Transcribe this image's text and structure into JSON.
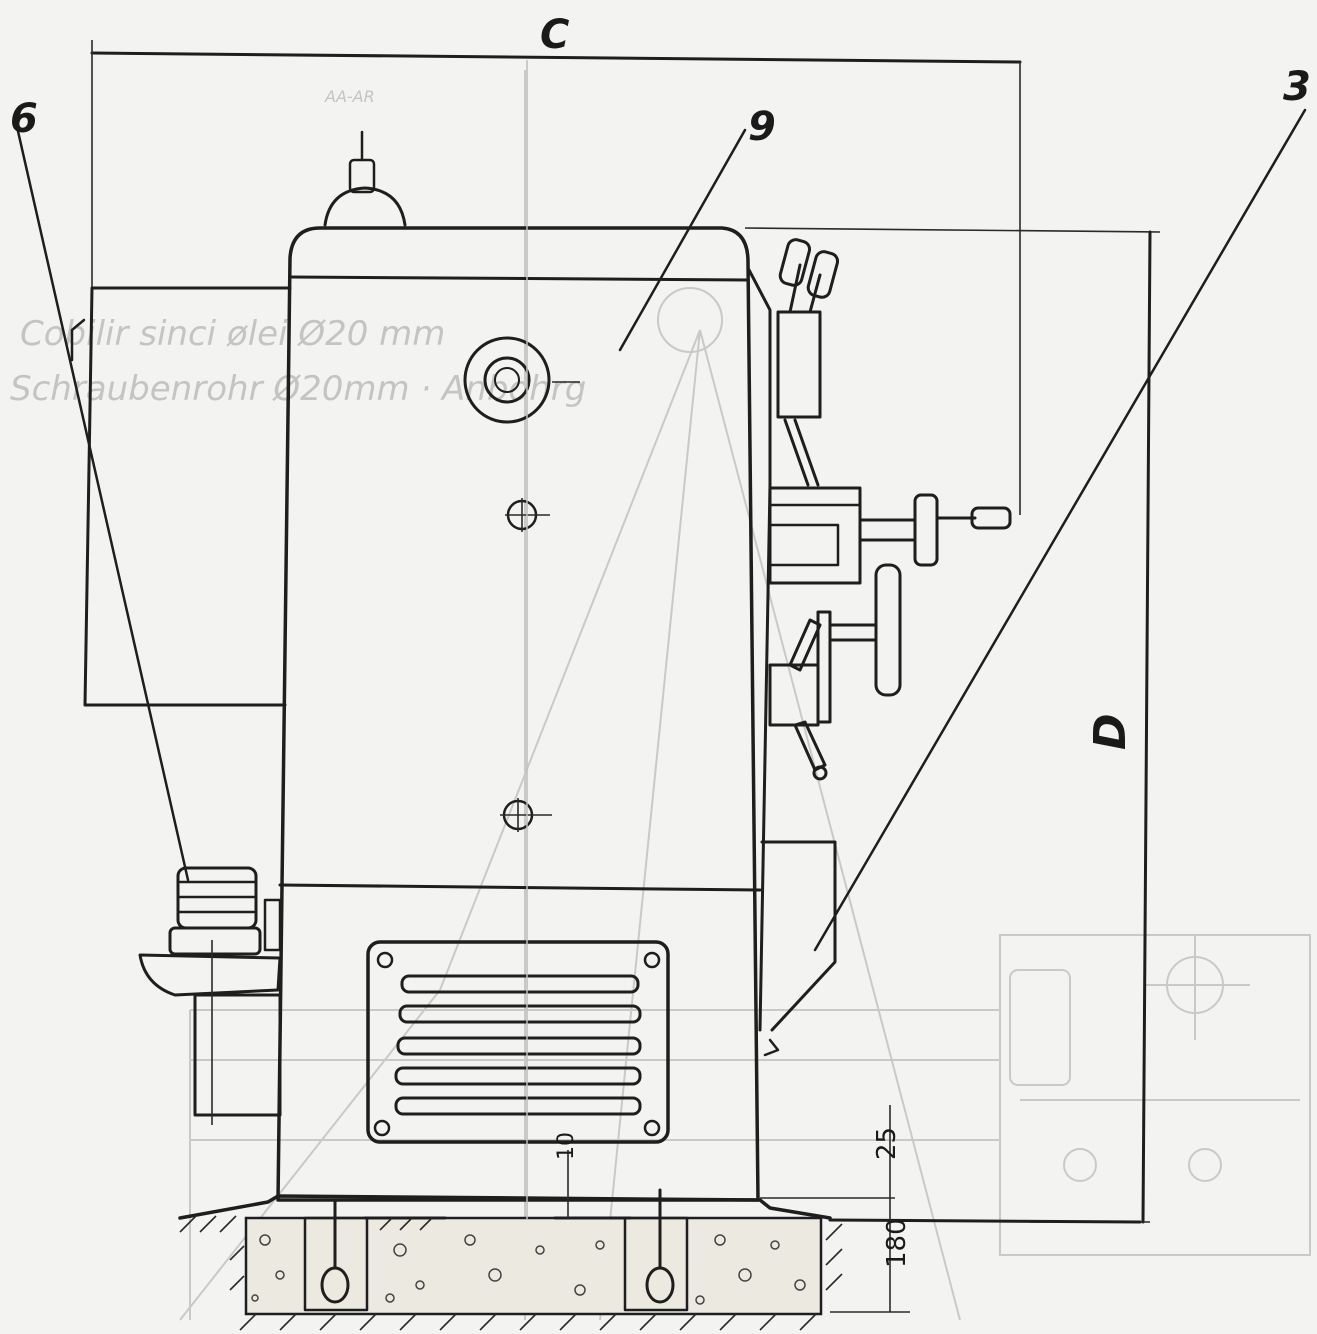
{
  "labels": {
    "callout_left": "6",
    "callout_mid": "9",
    "callout_right": "3",
    "dim_top": "C",
    "dim_right": "D",
    "dim_height_small": "25",
    "dim_gap": "10",
    "dim_foundation": "180"
  },
  "ghost_text": {
    "line1": "Cobilir sinci ølei Ø20 mm",
    "line2": "Schraubenrohr Ø20mm · Anbohrg",
    "small": "AA-AR"
  },
  "colors": {
    "paper": "#f3f3f1",
    "ink": "#1e1e1e",
    "ghost": "#c9c9c7",
    "concrete": "#ece9e0"
  }
}
